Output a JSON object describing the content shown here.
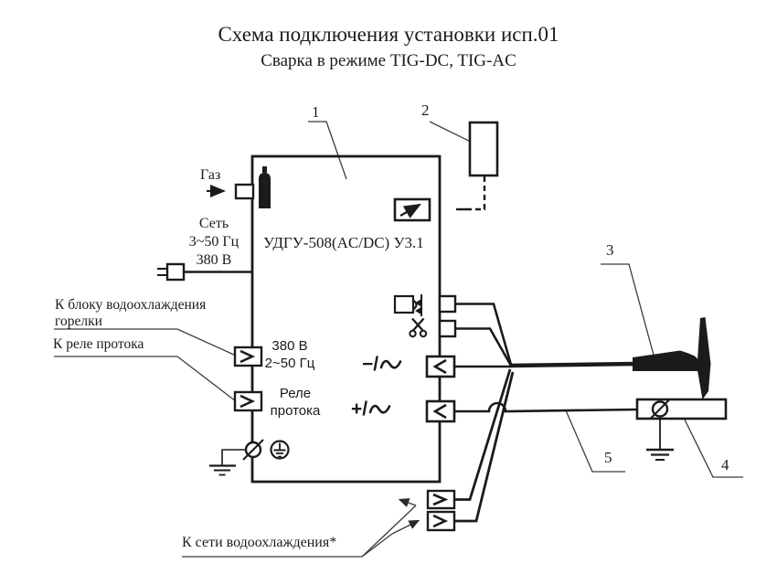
{
  "colors": {
    "ink": "#1b1b1b",
    "leader": "#3c3c3c",
    "background": "#ffffff"
  },
  "header": {
    "title": "Схема подключения установки исп.01",
    "subtitle": "Сварка в режиме TIG-DC, TIG-AC"
  },
  "unit": {
    "model": "УДГУ-508(AC/DC) У3.1",
    "cooling_socket_label_line1": "380 В",
    "cooling_socket_label_line2": "2~50 Гц",
    "relay_socket_label_line1": "Реле",
    "relay_socket_label_line2": "протока"
  },
  "labels": {
    "gas": "Газ",
    "mains": [
      "Сеть",
      "3~50 Гц",
      "380 В"
    ],
    "to_water_cooling_unit": [
      "К блоку водоохлаждения",
      "горелки"
    ],
    "to_flow_relay": "К реле протока",
    "to_water_network": "К сети водоохлаждения*",
    "minus_ac_prefix": "−/",
    "plus_ac_prefix": "+/"
  },
  "callouts": {
    "unit": "1",
    "remote_control": "2",
    "torch": "3",
    "work_clamp": "4",
    "work_cable": "5"
  },
  "icons": {
    "gas_cylinder": "gas-cylinder",
    "ammeter": "meter-arrow",
    "mains_plug": "two-prong-plug",
    "torch_button": "scissors",
    "ac_wave": "sine-wave",
    "protective_earth": "earth-in-circle",
    "ground": "earth-ground",
    "bolt": "slashed-circle"
  }
}
